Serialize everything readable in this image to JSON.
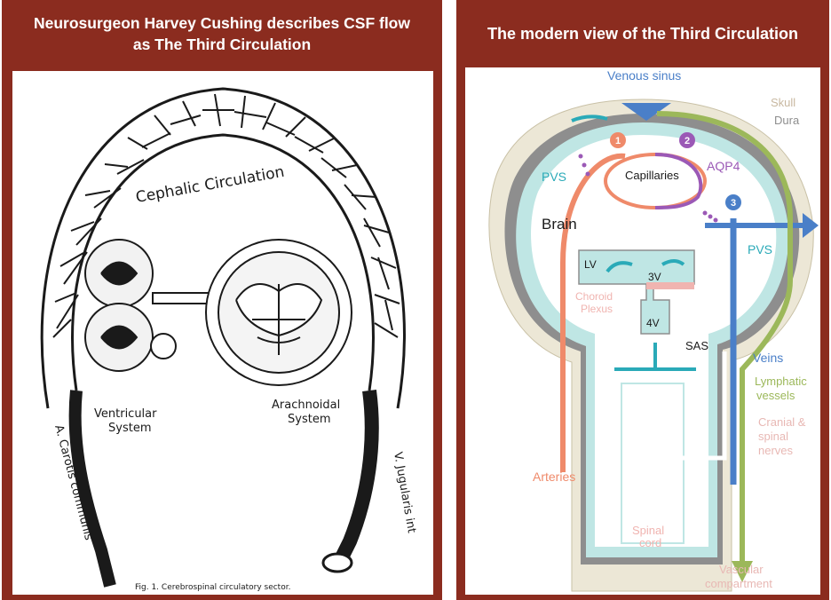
{
  "left": {
    "title_line1": "Neurosurgeon Harvey Cushing describes CSF flow",
    "title_line2": "as The Third Circulation",
    "labels": {
      "cephalic": "Cephalic Circulation",
      "ventricular_1": "Ventricular",
      "ventricular_2": "System",
      "arachnoidal_1": "Arachnoidal",
      "arachnoidal_2": "System",
      "carotis": "A. Carotis communis",
      "jugularis": "V. Jugularis int"
    },
    "caption": "Fig. 1. Cerebrospinal circulatory sector."
  },
  "right": {
    "title": "The modern view of the Third Circulation",
    "labels": {
      "venous_sinus": "Venous sinus",
      "skull": "Skull",
      "dura": "Dura",
      "pvs_left": "PVS",
      "capillaries": "Capillaries",
      "aqp4": "AQP4",
      "brain": "Brain",
      "pvs_right": "PVS",
      "lv": "LV",
      "v3": "3V",
      "choroid_1": "Choroid",
      "choroid_2": "Plexus",
      "v4": "4V",
      "sas": "SAS",
      "veins": "Veins",
      "lymphatic_1": "Lymphatic",
      "lymphatic_2": "vessels",
      "cranial_1": "Cranial &",
      "cranial_2": "spinal",
      "cranial_3": "nerves",
      "arteries": "Arteries",
      "spinal_1": "Spinal",
      "spinal_2": "cord",
      "vascular_1": "Vascular",
      "vascular_2": "compartment",
      "step1": "1",
      "step2": "2",
      "step3": "3"
    },
    "colors": {
      "artery": "#ef8a6a",
      "vein": "#4a7fc8",
      "lymphatic": "#9cb85a",
      "csf": "#bfe6e4",
      "csf_arrow": "#2aaab8",
      "skull": "#ece7d6",
      "dura": "#8e8e8e",
      "aqp4": "#9b59b6",
      "choroid": "#f0b4b0"
    }
  }
}
